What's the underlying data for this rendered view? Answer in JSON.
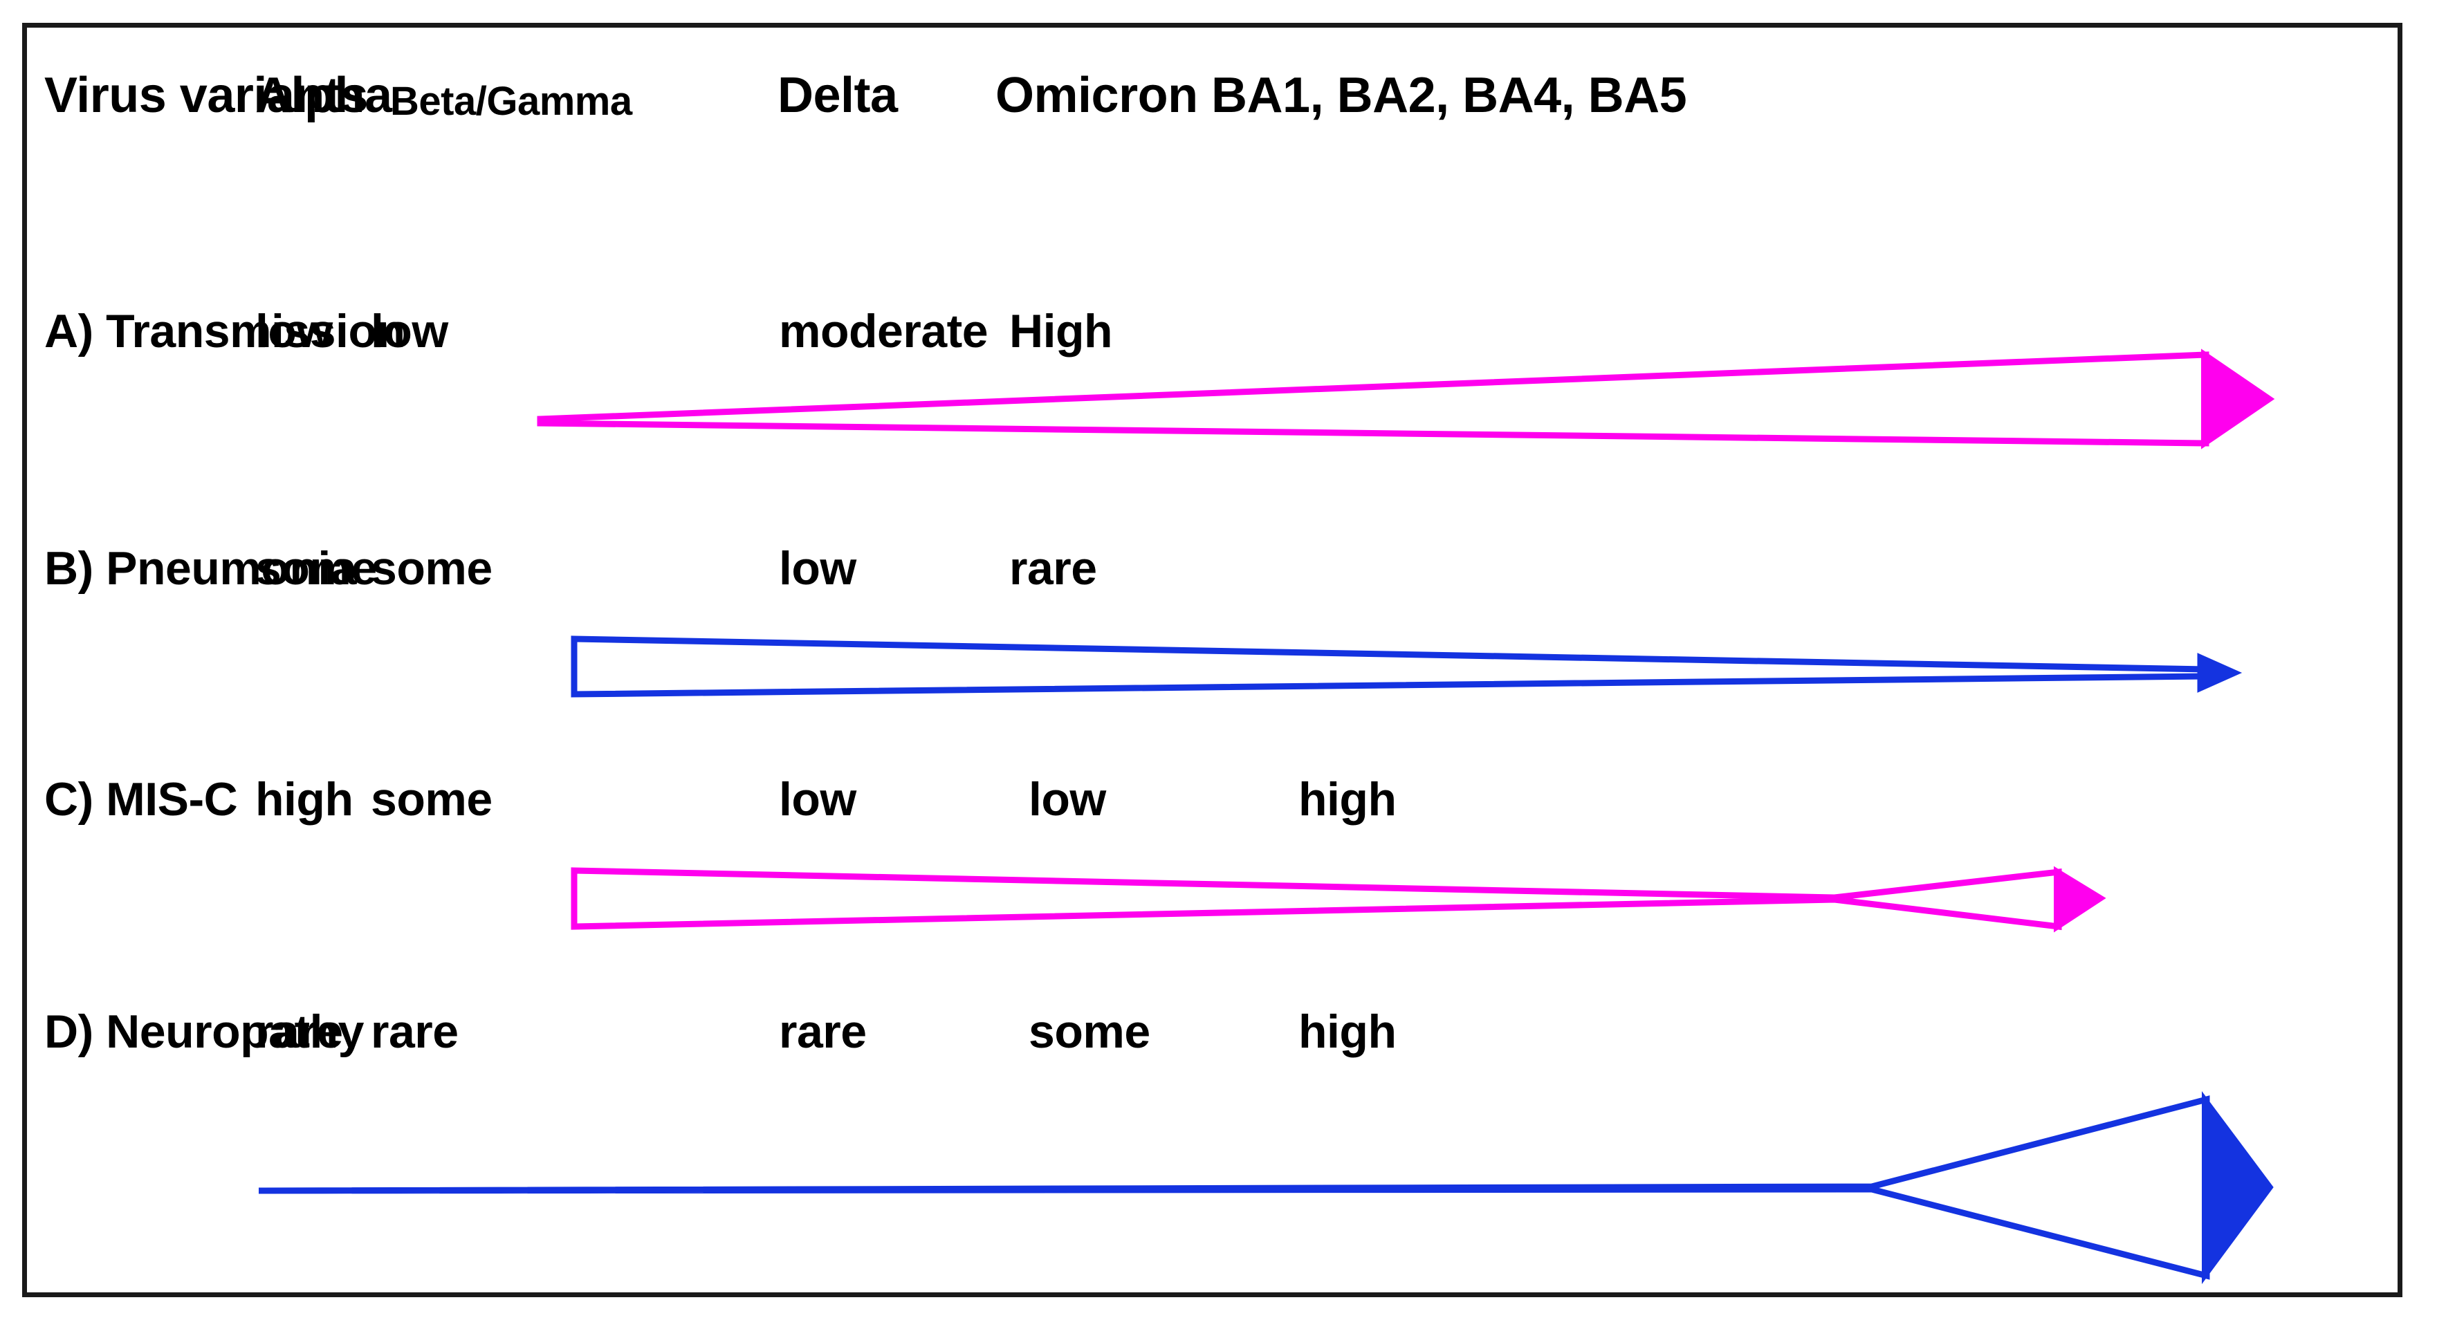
{
  "figure": {
    "title_cell": "Virus variants",
    "border_color": "#1a1a1a",
    "background": "#ffffff",
    "magenta": "#FF00EE",
    "blue": "#1433E0"
  },
  "columns": [
    {
      "key": "variant_header",
      "label": "Virus variants"
    },
    {
      "key": "alpha",
      "label": "Alpha"
    },
    {
      "key": "beta_gamma",
      "label": "Beta/Gamma"
    },
    {
      "key": "delta",
      "label": "Delta"
    },
    {
      "key": "omicron",
      "label": "Omicron BA1, BA2, BA4, BA5"
    }
  ],
  "rows": [
    {
      "key": "transmission",
      "label": "A) Transmission",
      "cells": [
        {
          "col": "alpha",
          "value": "low"
        },
        {
          "col": "beta_gamma",
          "value": "low"
        },
        {
          "col": "delta",
          "value": "moderate"
        },
        {
          "col": "omicron_ba1_ba2",
          "value": "High"
        }
      ],
      "arrow": {
        "name": "transmission-arrow",
        "color": "#FF00EE",
        "filled_head": true,
        "direction": "widening-right",
        "meaning": "transmission increases from Alpha to Omicron"
      }
    },
    {
      "key": "pneumonia",
      "label": "B) Pneumonia",
      "cells": [
        {
          "col": "alpha",
          "value": "some"
        },
        {
          "col": "beta_gamma",
          "value": "some"
        },
        {
          "col": "delta",
          "value": "low"
        },
        {
          "col": "omicron_ba1_ba2",
          "value": "rare"
        }
      ],
      "arrow": {
        "name": "pneumonia-arrow",
        "color": "#1433E0",
        "filled_head": true,
        "direction": "narrowing-right",
        "meaning": "pneumonia decreases from Alpha to Omicron"
      }
    },
    {
      "key": "mis_c",
      "label": "C) MIS-C",
      "cells": [
        {
          "col": "alpha",
          "value": "high"
        },
        {
          "col": "beta_gamma",
          "value": "some"
        },
        {
          "col": "delta",
          "value": "low"
        },
        {
          "col": "omicron_ba1_ba2",
          "value": "low"
        },
        {
          "col": "omicron_ba4_ba5",
          "value": "high"
        }
      ],
      "arrow": {
        "name": "mis-c-arrow",
        "color": "#FF00EE",
        "filled_head": true,
        "direction": "narrowing-then-widening",
        "meaning": "MIS-C falls through Delta/BA1-BA2 then rises again at BA4/BA5"
      }
    },
    {
      "key": "neuropathy",
      "label": "D) Neuropathy",
      "cells": [
        {
          "col": "alpha",
          "value": "rare"
        },
        {
          "col": "beta_gamma",
          "value": "rare"
        },
        {
          "col": "delta",
          "value": "rare"
        },
        {
          "col": "omicron_ba1_ba2",
          "value": "some"
        },
        {
          "col": "omicron_ba4_ba5",
          "value": "high"
        }
      ],
      "arrow": {
        "name": "neuropathy-arrow",
        "color": "#1433E0",
        "filled_head": true,
        "direction": "flat-then-widening",
        "meaning": "neuropathy stays rare then rises sharply at BA4/BA5"
      }
    }
  ],
  "chart_data": {
    "type": "table",
    "title": "Virus variants",
    "categories": [
      "Alpha",
      "Beta/Gamma",
      "Delta",
      "Omicron BA1, BA2, BA4, BA5"
    ],
    "series": [
      {
        "name": "A) Transmission",
        "values": [
          "low",
          "low",
          "moderate",
          "High"
        ]
      },
      {
        "name": "B) Pneumonia",
        "values": [
          "some",
          "some",
          "low",
          "rare"
        ]
      },
      {
        "name": "C) MIS-C",
        "values": [
          "high",
          "some",
          "low",
          "low",
          "high"
        ]
      },
      {
        "name": "D) Neuropathy",
        "values": [
          "rare",
          "rare",
          "rare",
          "some",
          "high"
        ]
      }
    ],
    "legend": "",
    "xlabel": "",
    "ylabel": "",
    "grid": false
  }
}
